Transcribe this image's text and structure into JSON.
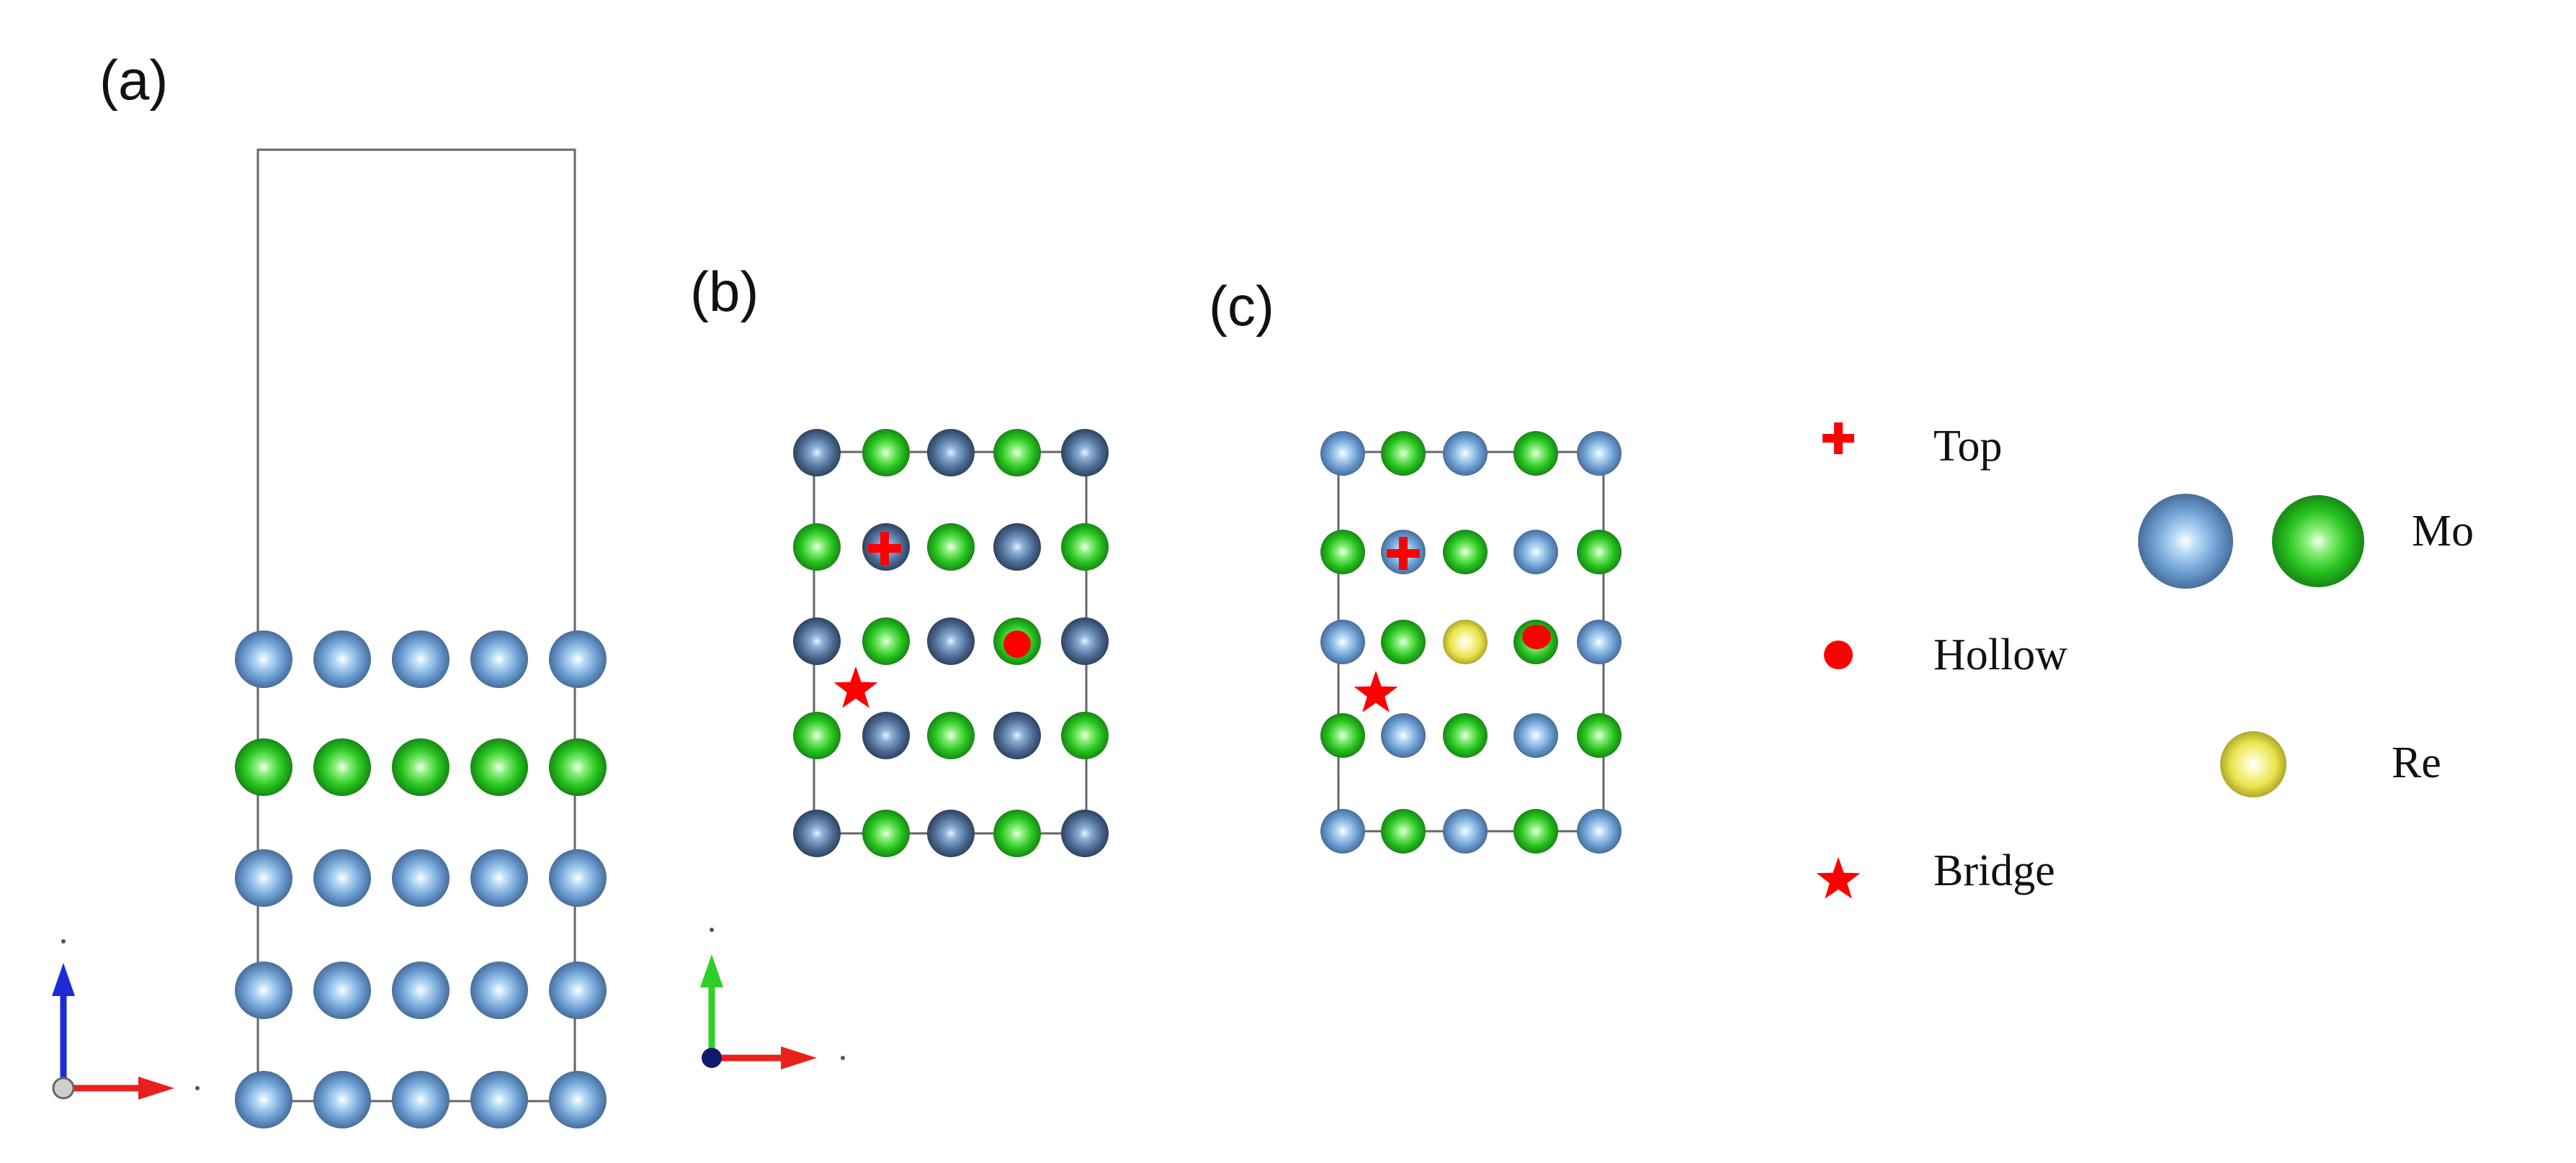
{
  "panels": {
    "a": {
      "label": "(a)"
    },
    "b": {
      "label": "(b)"
    },
    "c": {
      "label": "(c)"
    }
  },
  "legend": {
    "sites": [
      {
        "symbol": "cross",
        "label": "Top"
      },
      {
        "symbol": "dot",
        "label": "Hollow"
      },
      {
        "symbol": "star",
        "label": "Bridge"
      }
    ],
    "elements": [
      {
        "label": "Mo",
        "colors": [
          "blue",
          "green"
        ]
      },
      {
        "label": "Re",
        "colors": [
          "yellow"
        ]
      }
    ]
  },
  "colors": {
    "blue": "#6d9fd3",
    "green": "#27c41f",
    "darkblue": "#4e6f97",
    "yellow": "#e9e34a",
    "marker": "#ff0000",
    "axis_red": "#e8211c",
    "axis_blue": "#1d2bd6",
    "axis_green": "#2fcf2a"
  },
  "lattices": {
    "a": [
      [
        "blue",
        "blue",
        "blue",
        "blue",
        "blue"
      ],
      [
        "green",
        "green",
        "green",
        "green",
        "green"
      ],
      [
        "blue",
        "blue",
        "blue",
        "blue",
        "blue"
      ],
      [
        "blue",
        "blue",
        "blue",
        "blue",
        "blue"
      ],
      [
        "blue",
        "blue",
        "blue",
        "blue",
        "blue"
      ]
    ],
    "b": [
      [
        "darkblue",
        "green",
        "darkblue",
        "green",
        "darkblue"
      ],
      [
        "green",
        "darkblue",
        "green",
        "darkblue",
        "green"
      ],
      [
        "darkblue",
        "green",
        "darkblue",
        "green",
        "darkblue"
      ],
      [
        "green",
        "darkblue",
        "green",
        "darkblue",
        "green"
      ],
      [
        "darkblue",
        "green",
        "darkblue",
        "green",
        "darkblue"
      ]
    ],
    "c": [
      [
        "blue",
        "green",
        "blue",
        "green",
        "blue"
      ],
      [
        "green",
        "blue",
        "green",
        "blue",
        "green"
      ],
      [
        "blue",
        "green",
        "yellow",
        "green",
        "blue"
      ],
      [
        "green",
        "blue",
        "green",
        "blue",
        "green"
      ],
      [
        "blue",
        "green",
        "blue",
        "green",
        "blue"
      ]
    ]
  }
}
